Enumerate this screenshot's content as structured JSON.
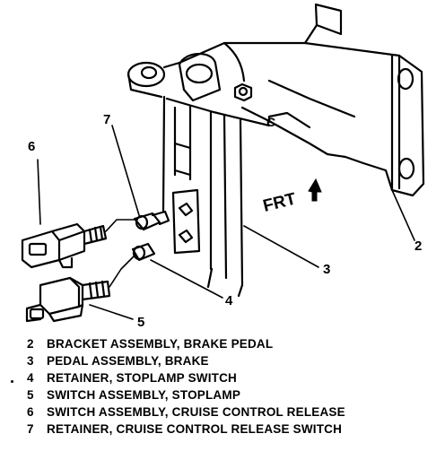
{
  "diagram": {
    "direction_label": "FRT",
    "bracket_letter": "C",
    "callouts": {
      "c2": "2",
      "c3": "3",
      "c4": "4",
      "c5": "5",
      "c6": "6",
      "c7": "7"
    }
  },
  "legend": [
    {
      "num": "2",
      "text": "BRACKET ASSEMBLY, BRAKE PEDAL"
    },
    {
      "num": "3",
      "text": "PEDAL ASSEMBLY, BRAKE"
    },
    {
      "num": "4",
      "text": "RETAINER, STOPLAMP SWITCH"
    },
    {
      "num": "5",
      "text": "SWITCH ASSEMBLY, STOPLAMP"
    },
    {
      "num": "6",
      "text": "SWITCH ASSEMBLY, CRUISE CONTROL RELEASE"
    },
    {
      "num": "7",
      "text": "RETAINER, CRUISE CONTROL RELEASE SWITCH"
    }
  ]
}
